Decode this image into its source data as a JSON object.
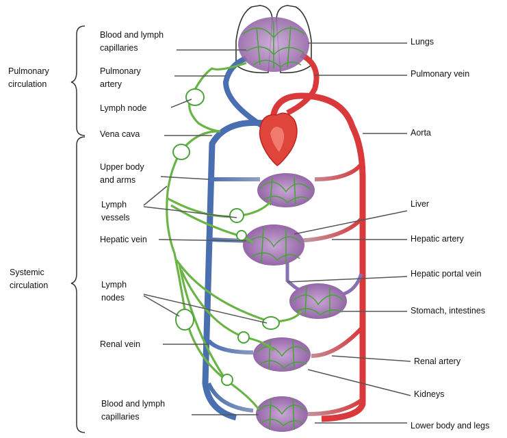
{
  "circulation_labels": {
    "pulmonary": [
      "Pulmonary",
      "circulation"
    ],
    "systemic": [
      "Systemic",
      "circulation"
    ]
  },
  "left_labels": {
    "blood_lymph_capillaries_top": [
      "Blood and lymph",
      "capillaries"
    ],
    "pulmonary_artery": [
      "Pulmonary",
      "artery"
    ],
    "lymph_node": "Lymph node",
    "vena_cava": "Vena cava",
    "upper_body_arms": [
      "Upper body",
      "and arms"
    ],
    "lymph_vessels": [
      "Lymph",
      "vessels"
    ],
    "hepatic_vein": "Hepatic vein",
    "lymph_nodes": [
      "Lymph",
      "nodes"
    ],
    "renal_vein": "Renal vein",
    "blood_lymph_capillaries_bottom": [
      "Blood and lymph",
      "capillaries"
    ]
  },
  "right_labels": {
    "lungs": "Lungs",
    "pulmonary_vein": "Pulmonary vein",
    "aorta": "Aorta",
    "liver": "Liver",
    "hepatic_artery": "Hepatic artery",
    "hepatic_portal_vein": "Hepatic portal vein",
    "stomach_intestines": "Stomach, intestines",
    "renal_artery": "Renal artery",
    "kidneys": "Kidneys",
    "lower_body_legs": "Lower body and legs"
  },
  "colors": {
    "artery_red": "#d9393a",
    "vein_blue": "#4a6fb0",
    "lymph_green": "#6ab446",
    "capillary_purple": "#8a5a9e",
    "leader_gray": "#555555",
    "bracket": "#333333"
  }
}
